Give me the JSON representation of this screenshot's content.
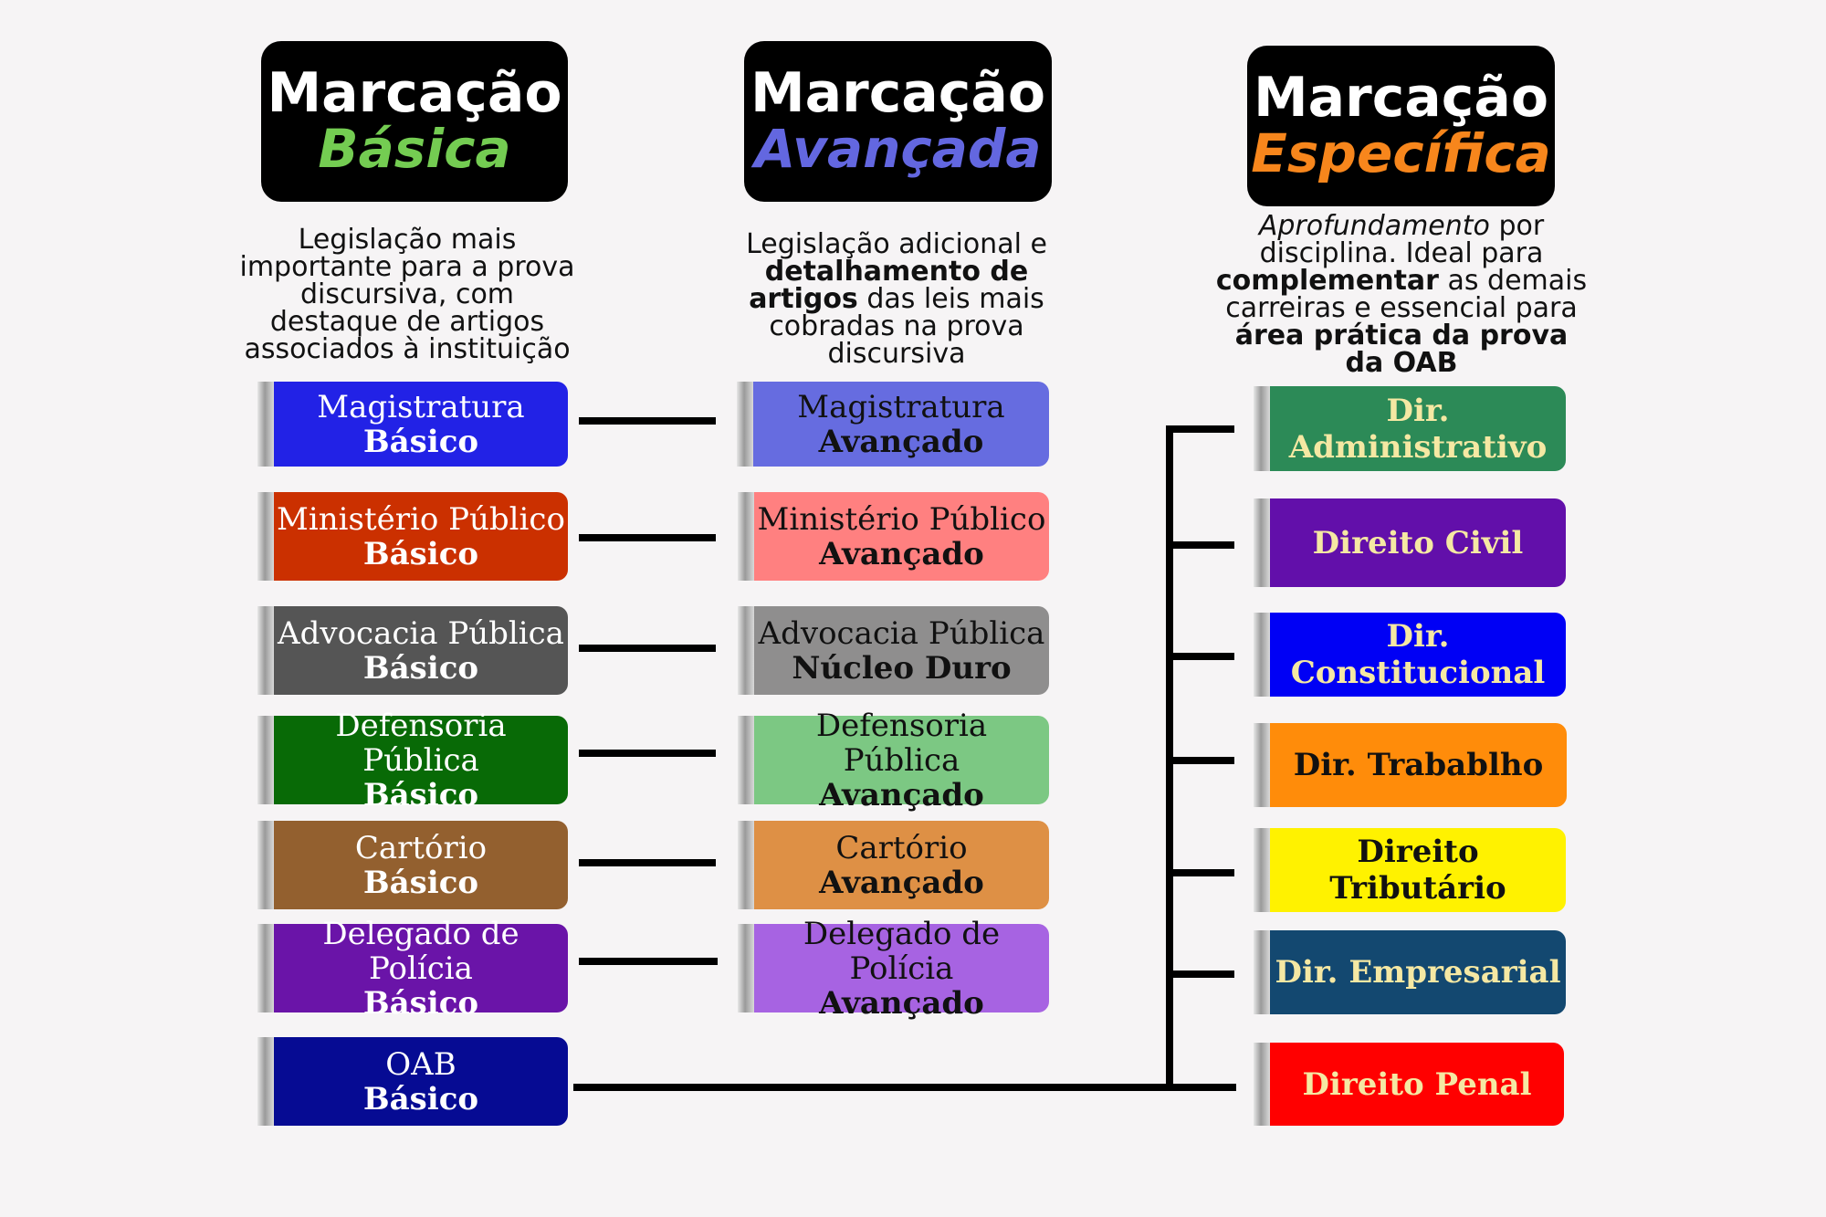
{
  "columns": [
    {
      "title": "Marcação",
      "subtitle": "Básica",
      "subtitle_color": "#74cc52",
      "description_plain": "Legislação mais importante para a prova discursiva, com destaque de artigos associados à instituição",
      "boxes": [
        {
          "line1": "Magistratura",
          "line2": "Básico",
          "color": "#2222e6"
        },
        {
          "line1": "Ministério Público",
          "line2": "Básico",
          "color": "#cb3000"
        },
        {
          "line1": "Advocacia Pública",
          "line2": "Básico",
          "color": "#555555"
        },
        {
          "line1": "Defensoria Pública",
          "line2": "Básico",
          "color": "#086a06"
        },
        {
          "line1": "Cartório",
          "line2": "Básico",
          "color": "#93602f"
        },
        {
          "line1": "Delegado de Polícia",
          "line2": "Básico",
          "color": "#6a14a8"
        },
        {
          "line1": "OAB",
          "line2": "Básico",
          "color": "#060b93"
        }
      ]
    },
    {
      "title": "Marcação",
      "subtitle": "Avançada",
      "subtitle_color": "#6367e0",
      "description": {
        "p1": "Legislação adicional e ",
        "b1": "detalhamento de artigos",
        "p2": " das leis mais cobradas na prova discursiva"
      },
      "boxes": [
        {
          "line1": "Magistratura",
          "line2": "Avançado",
          "color": "#666ce0"
        },
        {
          "line1": "Ministério Público",
          "line2": "Avançado",
          "color": "#ff8080"
        },
        {
          "line1": "Advocacia Pública",
          "line2": "Núcleo Duro",
          "color": "#8f8e8e"
        },
        {
          "line1": "Defensoria Pública",
          "line2": "Avançado",
          "color": "#7cc883"
        },
        {
          "line1": "Cartório",
          "line2": "Avançado",
          "color": "#de9045"
        },
        {
          "line1": "Delegado de Polícia",
          "line2": "Avançado",
          "color": "#a763e2"
        }
      ]
    },
    {
      "title": "Marcação",
      "subtitle": "Específica",
      "subtitle_color": "#f7861c",
      "description": {
        "i1": "Aprofundamento",
        "p1": " por disciplina. Ideal para ",
        "b1": "complementar",
        "p2": " as demais carreiras e essencial para ",
        "b2": "área prática da prova da OAB"
      },
      "boxes": [
        {
          "label": "Dir. Administrativo",
          "color": "#2c8a57",
          "text_color": "#f5e8a3"
        },
        {
          "label": "Direito Civil",
          "color": "#620faa",
          "text_color": "#f5e8a3"
        },
        {
          "label": "Dir. Constitucional",
          "color": "#0000f5",
          "text_color": "#f5e8a3"
        },
        {
          "label": "Dir. Trabablho",
          "color": "#ff8c0a",
          "text_color": "#111111"
        },
        {
          "label": "Direito Tributário",
          "color": "#fff200",
          "text_color": "#111111"
        },
        {
          "label": "Dir. Empresarial",
          "color": "#134870",
          "text_color": "#f5e8a3"
        },
        {
          "label": "Direito Penal",
          "color": "#ff0000",
          "text_color": "#f5e8a3"
        }
      ]
    }
  ]
}
